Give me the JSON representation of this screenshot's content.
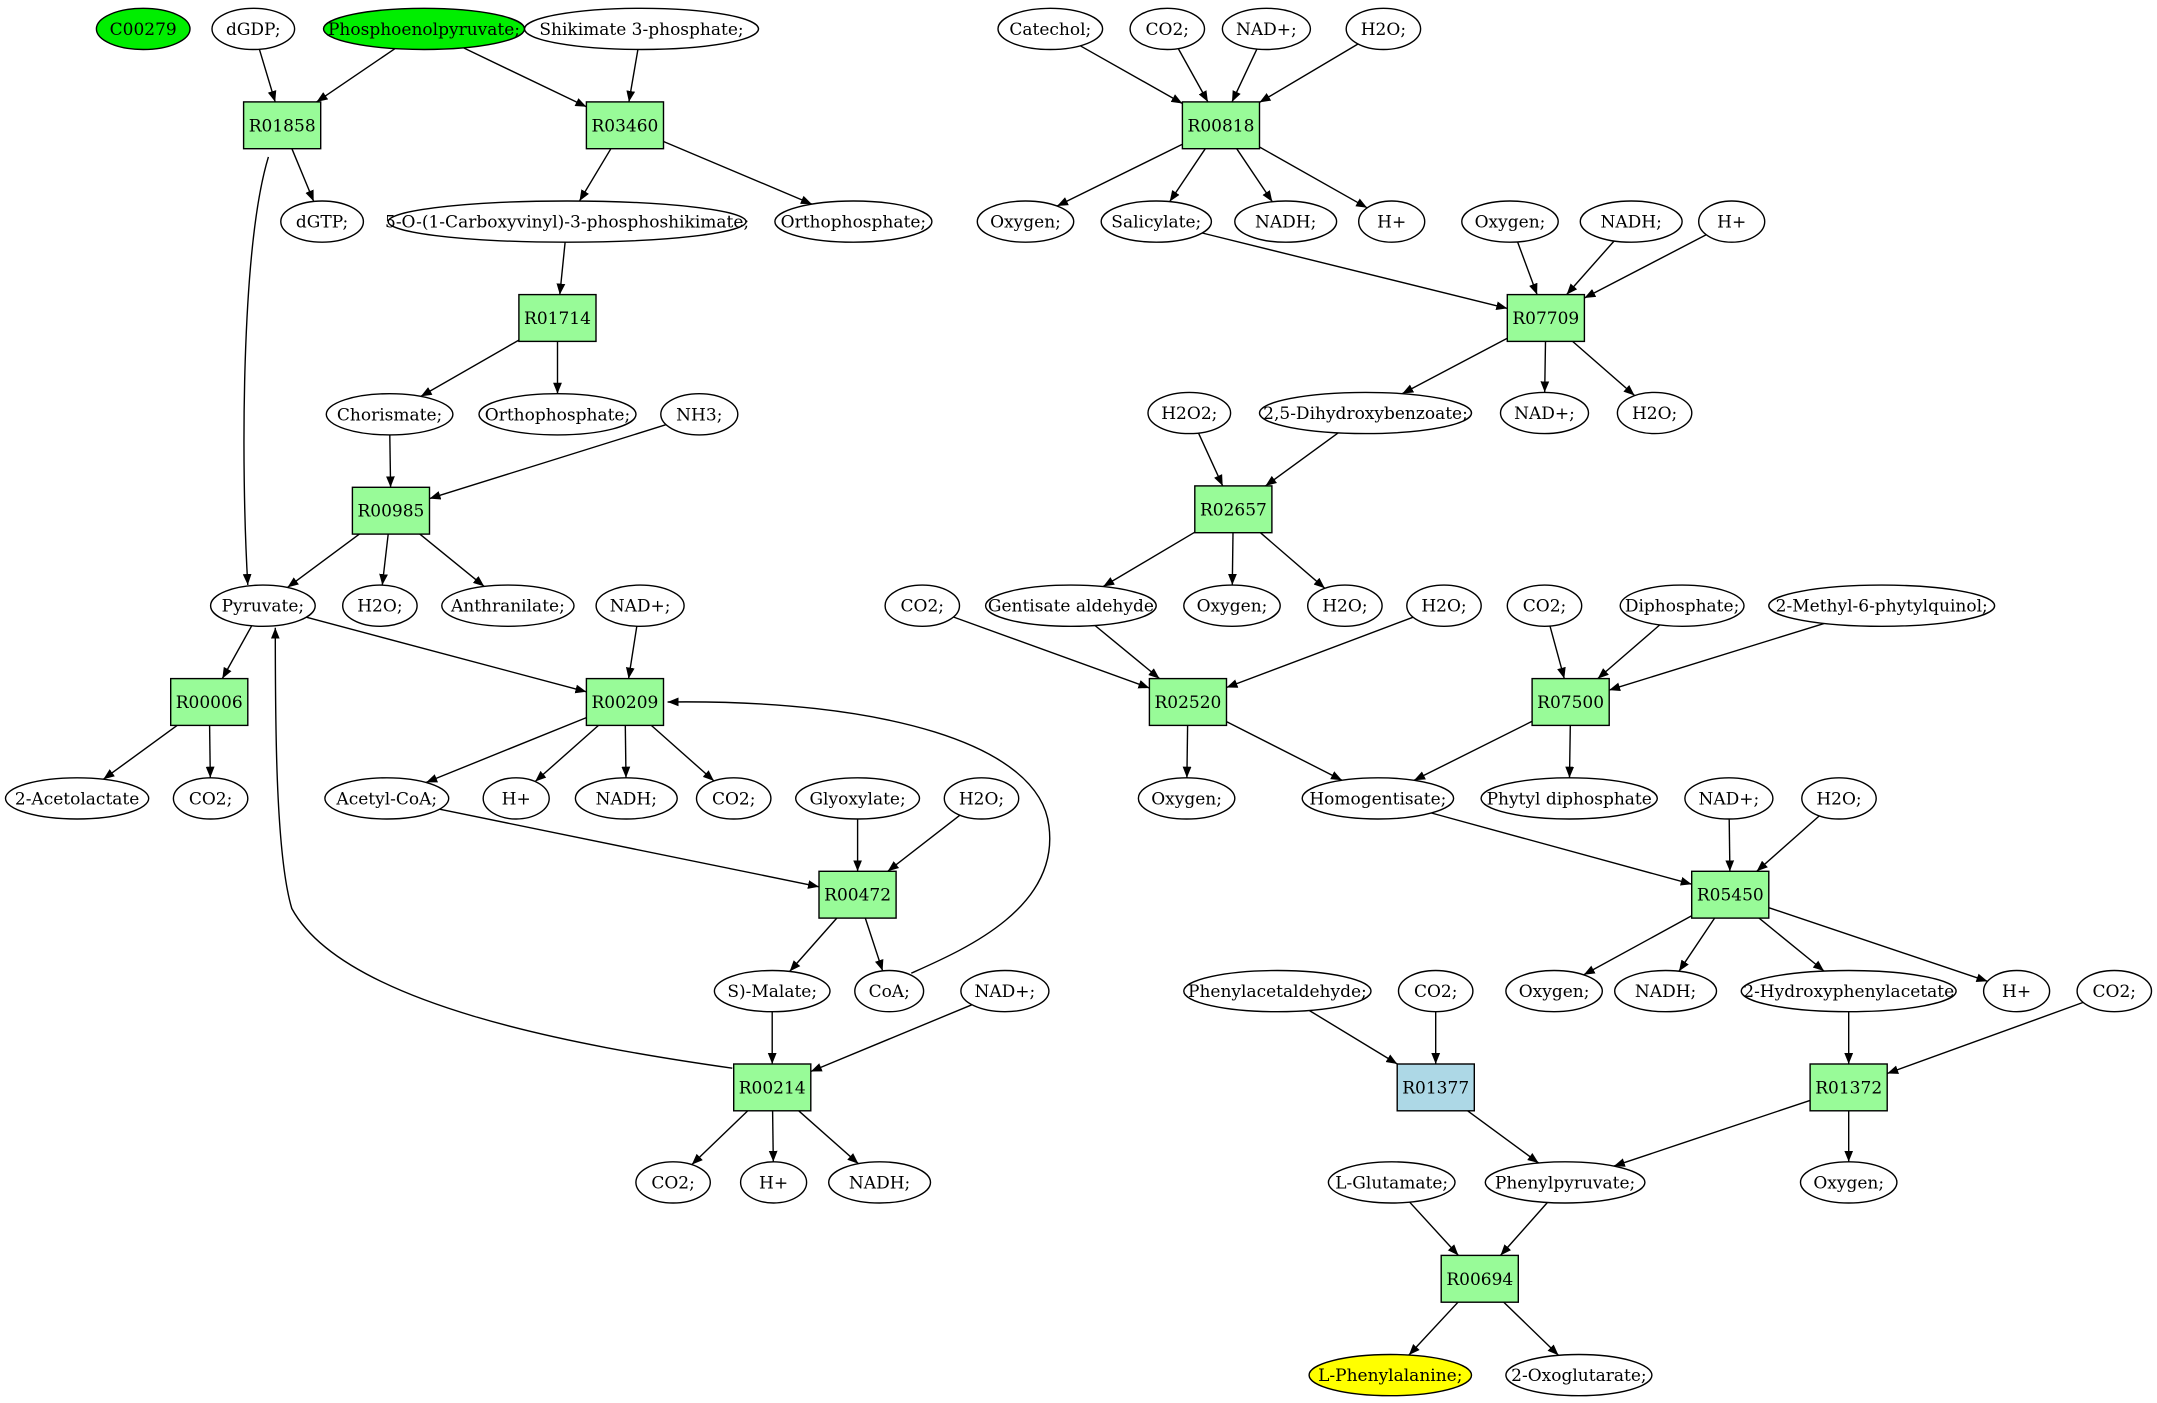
{
  "colors": {
    "background": "#ffffff",
    "reaction": "#98fb98",
    "reaction_alt": "#add8e6",
    "source": "#00ee00",
    "target": "#ffff00",
    "compound": "#ffffff",
    "stroke": "#000000"
  },
  "nodes": [
    {
      "id": "C00279",
      "label": "C00279",
      "kind": "compound",
      "fill": "source"
    },
    {
      "id": "dGDP",
      "label": "dGDP;",
      "kind": "compound"
    },
    {
      "id": "PEP",
      "label": "Phosphoenolpyruvate;",
      "kind": "compound",
      "fill": "source"
    },
    {
      "id": "S3P",
      "label": "Shikimate 3-phosphate;",
      "kind": "compound"
    },
    {
      "id": "R01858",
      "label": "R01858",
      "kind": "reaction"
    },
    {
      "id": "R03460",
      "label": "R03460",
      "kind": "reaction"
    },
    {
      "id": "dGTP",
      "label": "dGTP;",
      "kind": "compound"
    },
    {
      "id": "EPSP",
      "label": "5-O-(1-Carboxyvinyl)-3-phosphoshikimate;",
      "kind": "compound"
    },
    {
      "id": "Pi1",
      "label": "Orthophosphate;",
      "kind": "compound"
    },
    {
      "id": "R01714",
      "label": "R01714",
      "kind": "reaction"
    },
    {
      "id": "Chor",
      "label": "Chorismate;",
      "kind": "compound"
    },
    {
      "id": "Pi2",
      "label": "Orthophosphate;",
      "kind": "compound"
    },
    {
      "id": "NH3",
      "label": "NH3;",
      "kind": "compound"
    },
    {
      "id": "R00985",
      "label": "R00985",
      "kind": "reaction"
    },
    {
      "id": "Pyr",
      "label": "Pyruvate;",
      "kind": "compound"
    },
    {
      "id": "H2O_a",
      "label": "H2O;",
      "kind": "compound"
    },
    {
      "id": "Anth",
      "label": "Anthranilate;",
      "kind": "compound"
    },
    {
      "id": "NADp_a",
      "label": "NAD+;",
      "kind": "compound"
    },
    {
      "id": "R00006",
      "label": "R00006",
      "kind": "reaction"
    },
    {
      "id": "R00209",
      "label": "R00209",
      "kind": "reaction"
    },
    {
      "id": "AcL",
      "label": "2-Acetolactate",
      "kind": "compound"
    },
    {
      "id": "CO2_a",
      "label": "CO2;",
      "kind": "compound"
    },
    {
      "id": "AcCoA",
      "label": "Acetyl-CoA;",
      "kind": "compound"
    },
    {
      "id": "Hp_a",
      "label": "H+",
      "kind": "compound"
    },
    {
      "id": "NADH_a",
      "label": "NADH;",
      "kind": "compound"
    },
    {
      "id": "CO2_b",
      "label": "CO2;",
      "kind": "compound"
    },
    {
      "id": "Glyox",
      "label": "Glyoxylate;",
      "kind": "compound"
    },
    {
      "id": "H2O_b",
      "label": "H2O;",
      "kind": "compound"
    },
    {
      "id": "R00472",
      "label": "R00472",
      "kind": "reaction"
    },
    {
      "id": "Mal",
      "label": "S)-Malate;",
      "kind": "compound"
    },
    {
      "id": "CoA",
      "label": "CoA;",
      "kind": "compound"
    },
    {
      "id": "NADp_b",
      "label": "NAD+;",
      "kind": "compound"
    },
    {
      "id": "R00214",
      "label": "R00214",
      "kind": "reaction"
    },
    {
      "id": "CO2_c",
      "label": "CO2;",
      "kind": "compound"
    },
    {
      "id": "Hp_b",
      "label": "H+",
      "kind": "compound"
    },
    {
      "id": "NADH_b",
      "label": "NADH;",
      "kind": "compound"
    },
    {
      "id": "Cat",
      "label": "Catechol;",
      "kind": "compound"
    },
    {
      "id": "CO2_d",
      "label": "CO2;",
      "kind": "compound"
    },
    {
      "id": "NADp_c",
      "label": "NAD+;",
      "kind": "compound"
    },
    {
      "id": "H2O_c",
      "label": "H2O;",
      "kind": "compound"
    },
    {
      "id": "R00818",
      "label": "R00818",
      "kind": "reaction"
    },
    {
      "id": "O2_a",
      "label": "Oxygen;",
      "kind": "compound"
    },
    {
      "id": "Sal",
      "label": "Salicylate;",
      "kind": "compound"
    },
    {
      "id": "NADH_c",
      "label": "NADH;",
      "kind": "compound"
    },
    {
      "id": "Hp_c",
      "label": "H+",
      "kind": "compound"
    },
    {
      "id": "O2_b",
      "label": "Oxygen;",
      "kind": "compound"
    },
    {
      "id": "NADH_d",
      "label": "NADH;",
      "kind": "compound"
    },
    {
      "id": "Hp_d",
      "label": "H+",
      "kind": "compound"
    },
    {
      "id": "R07709",
      "label": "R07709",
      "kind": "reaction"
    },
    {
      "id": "H2O2",
      "label": "H2O2;",
      "kind": "compound"
    },
    {
      "id": "DHB",
      "label": "2,5-Dihydroxybenzoate;",
      "kind": "compound"
    },
    {
      "id": "NADp_d",
      "label": "NAD+;",
      "kind": "compound"
    },
    {
      "id": "H2O_d",
      "label": "H2O;",
      "kind": "compound"
    },
    {
      "id": "R02657",
      "label": "R02657",
      "kind": "reaction"
    },
    {
      "id": "CO2_e",
      "label": "CO2;",
      "kind": "compound"
    },
    {
      "id": "GentA",
      "label": "Gentisate aldehyde",
      "kind": "compound"
    },
    {
      "id": "O2_c",
      "label": "Oxygen;",
      "kind": "compound"
    },
    {
      "id": "H2O_e",
      "label": "H2O;",
      "kind": "compound"
    },
    {
      "id": "H2O_f",
      "label": "H2O;",
      "kind": "compound"
    },
    {
      "id": "CO2_f",
      "label": "CO2;",
      "kind": "compound"
    },
    {
      "id": "PPi",
      "label": "Diphosphate;",
      "kind": "compound"
    },
    {
      "id": "MPQ",
      "label": "2-Methyl-6-phytylquinol;",
      "kind": "compound"
    },
    {
      "id": "R02520",
      "label": "R02520",
      "kind": "reaction"
    },
    {
      "id": "R07500",
      "label": "R07500",
      "kind": "reaction"
    },
    {
      "id": "O2_d",
      "label": "Oxygen;",
      "kind": "compound"
    },
    {
      "id": "HGA",
      "label": "Homogentisate;",
      "kind": "compound"
    },
    {
      "id": "PhPP",
      "label": "Phytyl diphosphate",
      "kind": "compound"
    },
    {
      "id": "NADp_e",
      "label": "NAD+;",
      "kind": "compound"
    },
    {
      "id": "H2O_g",
      "label": "H2O;",
      "kind": "compound"
    },
    {
      "id": "R05450",
      "label": "R05450",
      "kind": "reaction"
    },
    {
      "id": "PhAld",
      "label": "Phenylacetaldehyde;",
      "kind": "compound"
    },
    {
      "id": "CO2_g",
      "label": "CO2;",
      "kind": "compound"
    },
    {
      "id": "O2_e",
      "label": "Oxygen;",
      "kind": "compound"
    },
    {
      "id": "NADH_e",
      "label": "NADH;",
      "kind": "compound"
    },
    {
      "id": "HPA",
      "label": "2-Hydroxyphenylacetate",
      "kind": "compound"
    },
    {
      "id": "Hp_e",
      "label": "H+",
      "kind": "compound"
    },
    {
      "id": "CO2_h",
      "label": "CO2;",
      "kind": "compound"
    },
    {
      "id": "R01377",
      "label": "R01377",
      "kind": "reaction",
      "fill": "reaction_alt"
    },
    {
      "id": "R01372",
      "label": "R01372",
      "kind": "reaction"
    },
    {
      "id": "Glu",
      "label": "L-Glutamate;",
      "kind": "compound"
    },
    {
      "id": "PhPyr",
      "label": "Phenylpyruvate;",
      "kind": "compound"
    },
    {
      "id": "O2_f",
      "label": "Oxygen;",
      "kind": "compound"
    },
    {
      "id": "R00694",
      "label": "R00694",
      "kind": "reaction"
    },
    {
      "id": "Phe",
      "label": "L-Phenylalanine;",
      "kind": "compound",
      "fill": "target"
    },
    {
      "id": "OG",
      "label": "2-Oxoglutarate;",
      "kind": "compound"
    }
  ],
  "edges": [
    [
      "dGDP",
      "R01858"
    ],
    [
      "PEP",
      "R01858"
    ],
    [
      "PEP",
      "R03460"
    ],
    [
      "S3P",
      "R03460"
    ],
    [
      "R01858",
      "dGTP"
    ],
    [
      "R01858",
      "Pyr"
    ],
    [
      "R03460",
      "EPSP"
    ],
    [
      "R03460",
      "Pi1"
    ],
    [
      "EPSP",
      "R01714"
    ],
    [
      "R01714",
      "Chor"
    ],
    [
      "R01714",
      "Pi2"
    ],
    [
      "Chor",
      "R00985"
    ],
    [
      "NH3",
      "R00985"
    ],
    [
      "R00985",
      "Pyr"
    ],
    [
      "R00985",
      "H2O_a"
    ],
    [
      "R00985",
      "Anth"
    ],
    [
      "Pyr",
      "R00006"
    ],
    [
      "Pyr",
      "R00209"
    ],
    [
      "NADp_a",
      "R00209"
    ],
    [
      "CoA",
      "R00209"
    ],
    [
      "R00006",
      "AcL"
    ],
    [
      "R00006",
      "CO2_a"
    ],
    [
      "R00209",
      "AcCoA"
    ],
    [
      "R00209",
      "Hp_a"
    ],
    [
      "R00209",
      "NADH_a"
    ],
    [
      "R00209",
      "CO2_b"
    ],
    [
      "AcCoA",
      "R00472"
    ],
    [
      "Glyox",
      "R00472"
    ],
    [
      "H2O_b",
      "R00472"
    ],
    [
      "R00472",
      "Mal"
    ],
    [
      "R00472",
      "CoA"
    ],
    [
      "Mal",
      "R00214"
    ],
    [
      "NADp_b",
      "R00214"
    ],
    [
      "R00214",
      "Pyr"
    ],
    [
      "R00214",
      "CO2_c"
    ],
    [
      "R00214",
      "Hp_b"
    ],
    [
      "R00214",
      "NADH_b"
    ],
    [
      "Cat",
      "R00818"
    ],
    [
      "CO2_d",
      "R00818"
    ],
    [
      "NADp_c",
      "R00818"
    ],
    [
      "H2O_c",
      "R00818"
    ],
    [
      "R00818",
      "O2_a"
    ],
    [
      "R00818",
      "Sal"
    ],
    [
      "R00818",
      "NADH_c"
    ],
    [
      "R00818",
      "Hp_c"
    ],
    [
      "Sal",
      "R07709"
    ],
    [
      "O2_b",
      "R07709"
    ],
    [
      "NADH_d",
      "R07709"
    ],
    [
      "Hp_d",
      "R07709"
    ],
    [
      "R07709",
      "DHB"
    ],
    [
      "R07709",
      "NADp_d"
    ],
    [
      "R07709",
      "H2O_d"
    ],
    [
      "H2O2",
      "R02657"
    ],
    [
      "DHB",
      "R02657"
    ],
    [
      "R02657",
      "GentA"
    ],
    [
      "R02657",
      "O2_c"
    ],
    [
      "R02657",
      "H2O_e"
    ],
    [
      "CO2_e",
      "R02520"
    ],
    [
      "GentA",
      "R02520"
    ],
    [
      "H2O_f",
      "R02520"
    ],
    [
      "R02520",
      "O2_d"
    ],
    [
      "R02520",
      "HGA"
    ],
    [
      "CO2_f",
      "R07500"
    ],
    [
      "PPi",
      "R07500"
    ],
    [
      "MPQ",
      "R07500"
    ],
    [
      "R07500",
      "HGA"
    ],
    [
      "R07500",
      "PhPP"
    ],
    [
      "HGA",
      "R05450"
    ],
    [
      "NADp_e",
      "R05450"
    ],
    [
      "H2O_g",
      "R05450"
    ],
    [
      "R05450",
      "O2_e"
    ],
    [
      "R05450",
      "NADH_e"
    ],
    [
      "R05450",
      "HPA"
    ],
    [
      "R05450",
      "Hp_e"
    ],
    [
      "PhAld",
      "R01377"
    ],
    [
      "CO2_g",
      "R01377"
    ],
    [
      "R01377",
      "PhPyr"
    ],
    [
      "HPA",
      "R01372"
    ],
    [
      "CO2_h",
      "R01372"
    ],
    [
      "R01372",
      "PhPyr"
    ],
    [
      "R01372",
      "O2_f"
    ],
    [
      "Glu",
      "R00694"
    ],
    [
      "PhPyr",
      "R00694"
    ],
    [
      "R00694",
      "Phe"
    ],
    [
      "R00694",
      "OG"
    ]
  ]
}
